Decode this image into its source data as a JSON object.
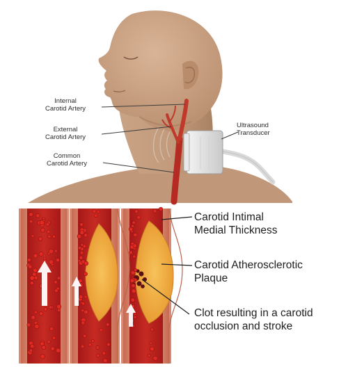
{
  "labels": {
    "internal_carotid": "Internal\nCarotid Artery",
    "external_carotid": "External\nCarotid Artery",
    "common_carotid": "Common\nCarotid Artery",
    "transducer": "Ultrasound\nTransducer",
    "intimal": "Carotid Intimal\nMedial Thickness",
    "plaque": "Carotid Atherosclerotic\nPlaque",
    "clot": "Clot resulting in a carotid\nocclusion and stroke"
  },
  "colors": {
    "skin": "#c9a385",
    "skin_shadow": "#b38a6a",
    "artery": "#c0392b",
    "vessel_wall": "#e9a58a",
    "blood": "#b51f1f",
    "rbc": "#e02020",
    "plaque": "#f0a73a",
    "clot": "#5a1010",
    "flow_arrow": "#ffffff"
  },
  "icons": [
    "head-illustration",
    "ultrasound-transducer-icon",
    "artery-cross-section",
    "flow-arrow-icon"
  ]
}
